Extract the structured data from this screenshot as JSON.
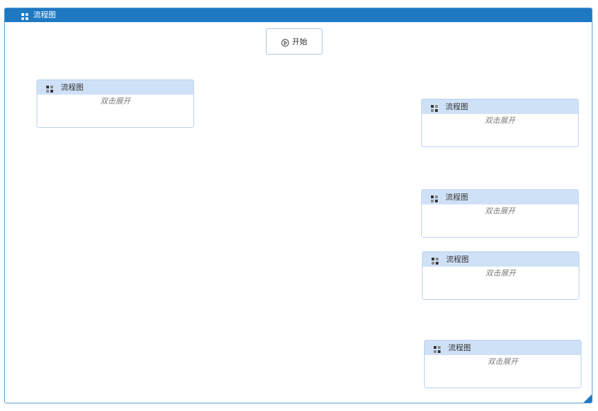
{
  "window": {
    "title": "流程图",
    "title_icon": "flowchart-icon",
    "accent_color": "#1e78c2"
  },
  "start_node": {
    "label": "开始",
    "icon": "play-circle-icon"
  },
  "flow_nodes": [
    {
      "title": "流程图",
      "hint": "双击展开",
      "icon": "flowchart-node-icon"
    },
    {
      "title": "流程图",
      "hint": "双击展开",
      "icon": "flowchart-node-icon"
    },
    {
      "title": "流程图",
      "hint": "双击展开",
      "icon": "flowchart-node-icon"
    },
    {
      "title": "流程图",
      "hint": "双击展开",
      "icon": "flowchart-node-icon"
    },
    {
      "title": "流程图",
      "hint": "双击展开",
      "icon": "flowchart-node-icon"
    }
  ]
}
